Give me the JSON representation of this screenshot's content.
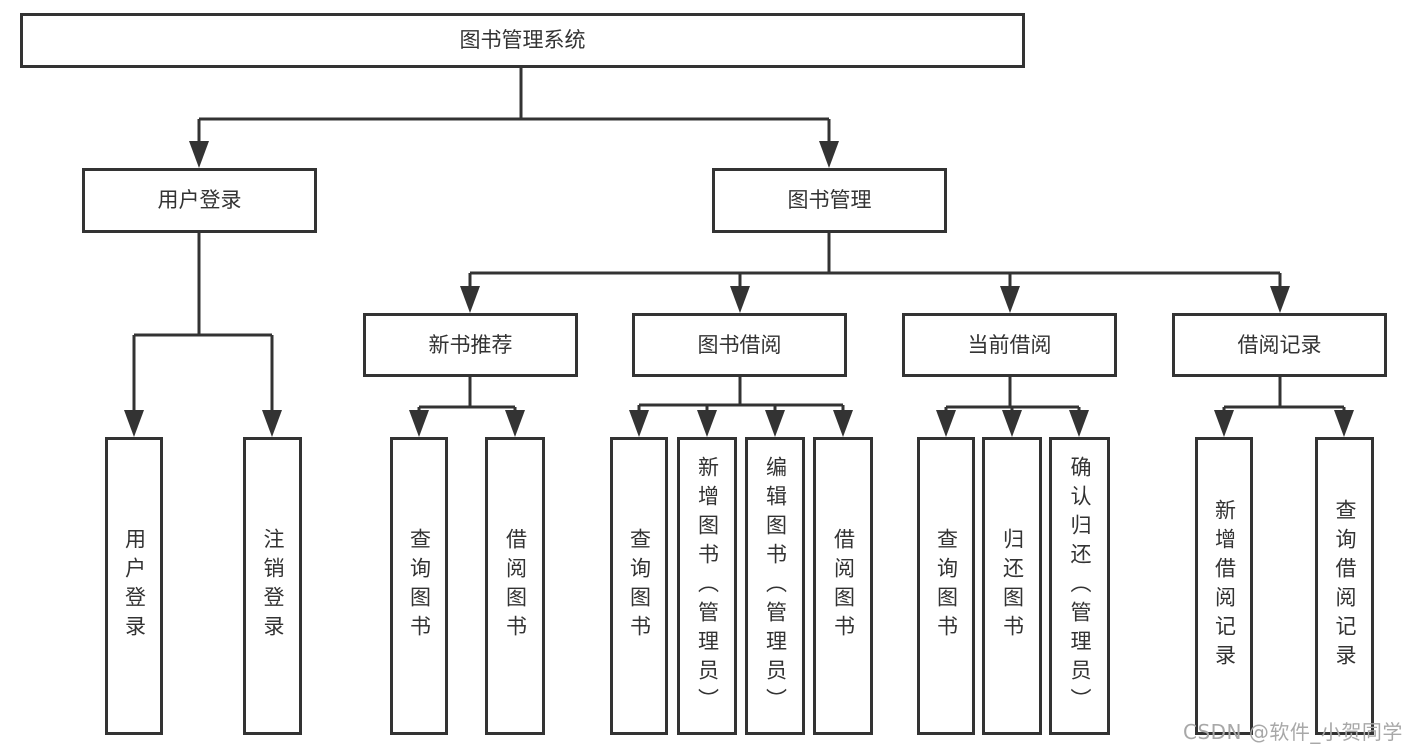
{
  "colors": {
    "line": "#333333",
    "text": "#333333",
    "box_bg": "#ffffff",
    "watermark": "#a8a8a8"
  },
  "watermark": {
    "text": "CSDN @软件_小贺同学"
  },
  "tree": {
    "label": "图书管理系统",
    "children": [
      {
        "label": "用户登录",
        "children": [
          {
            "label": "用户登录"
          },
          {
            "label": "注销登录"
          }
        ]
      },
      {
        "label": "图书管理",
        "children": [
          {
            "label": "新书推荐",
            "children": [
              {
                "label": "查询图书"
              },
              {
                "label": "借阅图书"
              }
            ]
          },
          {
            "label": "图书借阅",
            "children": [
              {
                "label": "查询图书"
              },
              {
                "label": "新增图书（管理员）"
              },
              {
                "label": "编辑图书（管理员）"
              },
              {
                "label": "借阅图书"
              }
            ]
          },
          {
            "label": "当前借阅",
            "children": [
              {
                "label": "查询图书"
              },
              {
                "label": "归还图书"
              },
              {
                "label": "确认归还（管理员）"
              }
            ]
          },
          {
            "label": "借阅记录",
            "children": [
              {
                "label": "新增借阅记录"
              },
              {
                "label": "查询借阅记录"
              }
            ]
          }
        ]
      }
    ]
  }
}
